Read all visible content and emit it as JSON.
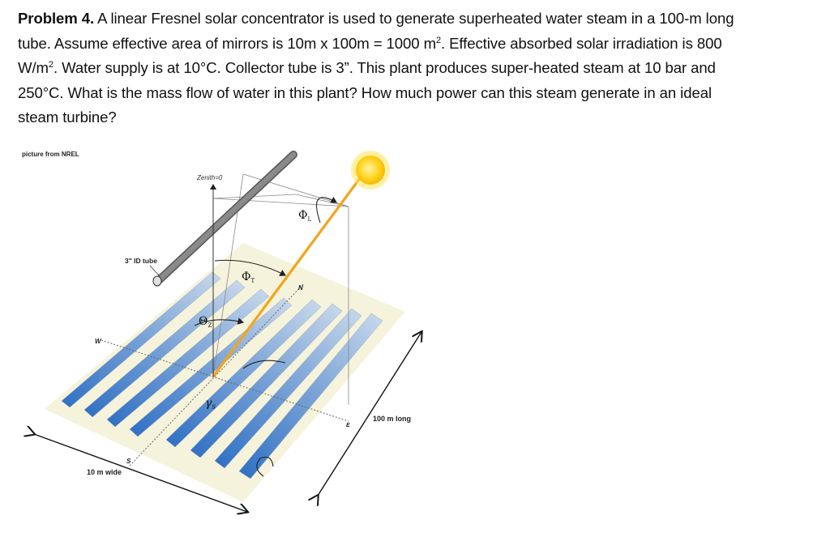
{
  "problem": {
    "label": "Problem 4.",
    "line1": " A linear Fresnel solar concentrator is used to generate superheated water steam in a 100-m long",
    "line2a": "tube. Assume effective area of mirrors is 10m x 100m = 1000 m",
    "line2_sup": "2",
    "line2b": ". Effective absorbed solar irradiation is 800",
    "line3a": "W/m",
    "line3_sup": "2",
    "line3b": ". Water supply is at 10°C. Collector tube is 3”. This plant produces super-heated steam at 10 bar and",
    "line4": "250°C. What is the mass flow of water in this plant? How much power can this steam generate in an ideal",
    "line5": "steam turbine?"
  },
  "figure": {
    "credit": "picture from NREL",
    "zenith_label": "Zenith=0",
    "tube_label": "3\" ID tube",
    "phi_l": "Φ",
    "phi_l_sub": "L",
    "phi_t": "Φ",
    "phi_t_sub": "T",
    "theta_z": "Θ",
    "theta_z_sub": "Z",
    "gamma_s": "γ",
    "gamma_s_sub": "S",
    "north": "N",
    "west": "W",
    "east": "E",
    "south": "S",
    "length_label": "100 m long",
    "width_label": "10 m wide"
  }
}
